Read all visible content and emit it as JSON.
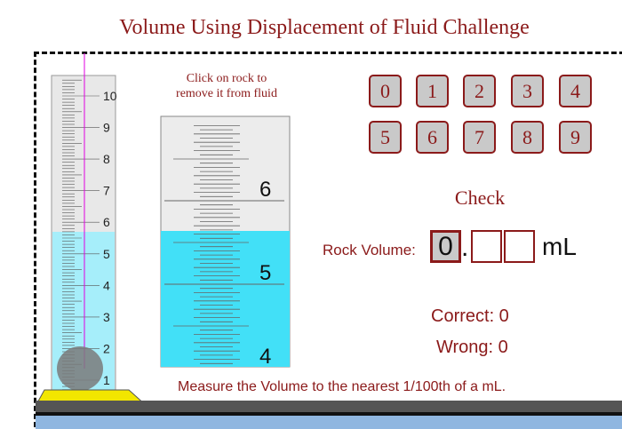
{
  "title": "Volume Using Displacement of Fluid Challenge",
  "instruction": {
    "line1": "Click on rock to",
    "line2": "remove it from fluid"
  },
  "cylinder": {
    "scale_labels": [
      "10",
      "9",
      "8",
      "7",
      "6",
      "5",
      "4",
      "3",
      "2",
      "1"
    ],
    "fluid_level_ml": 5.5
  },
  "zoom": {
    "scale_labels": [
      "6",
      "5",
      "4"
    ]
  },
  "keypad": {
    "digits": [
      "0",
      "1",
      "2",
      "3",
      "4",
      "5",
      "6",
      "7",
      "8",
      "9"
    ]
  },
  "check_label": "Check",
  "answer": {
    "label": "Rock Volume:",
    "digits": [
      "0",
      "",
      ""
    ],
    "decimal": ".",
    "unit": "mL"
  },
  "score": {
    "correct": "Correct: 0",
    "wrong": "Wrong: 0"
  },
  "footer_instruction": "Measure the Volume to the nearest 1/100th of a mL.",
  "colors": {
    "accent": "#8b1a1a",
    "fluid": "#42e0f7",
    "button_bg": "#c9c9c9",
    "base": "#f2e600"
  }
}
